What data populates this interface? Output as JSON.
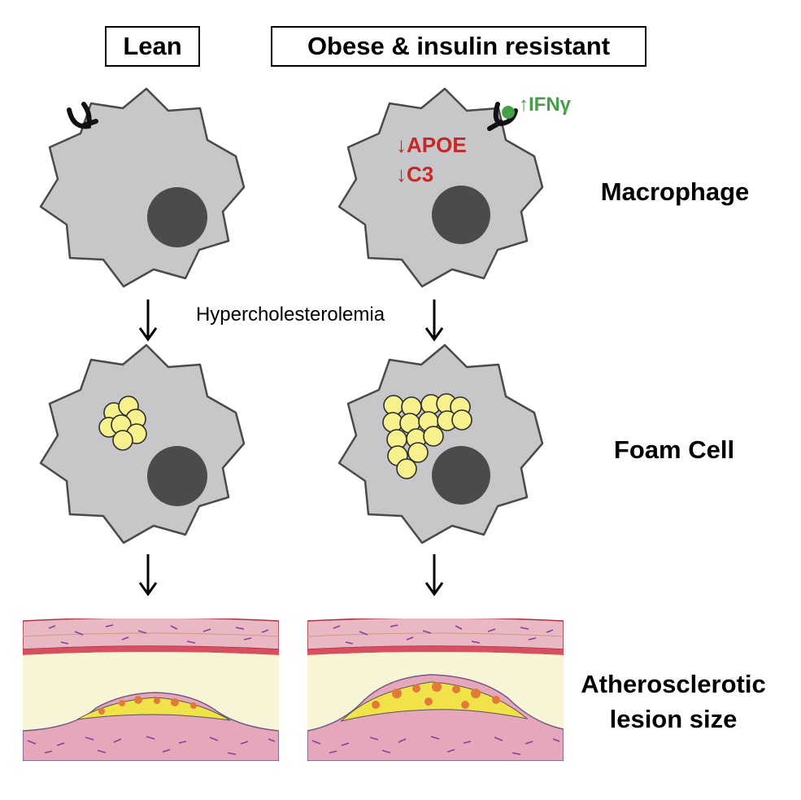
{
  "columns": {
    "lean": "Lean",
    "obese": "Obese & insulin resistant"
  },
  "rows": {
    "macrophage": "Macrophage",
    "foam_cell": "Foam Cell",
    "lesion_line1": "Atherosclerotic",
    "lesion_line2": "lesion size"
  },
  "annotations": {
    "hypercholesterolemia": "Hypercholesterolemia",
    "apoe": "↓APOE",
    "c3": "↓C3",
    "ifng": "↑IFNγ"
  },
  "colors": {
    "cell": "#c7c7c9",
    "nucleus": "#4b4b4d",
    "lipid": "#f6f18c",
    "downregulated": "#c62828",
    "upregulated": "#43a047",
    "vessel_wall": "#e9b8c2",
    "lumen": "#f8f5d7",
    "plaque": "#f2e24a"
  },
  "icons": [
    "receptor-icon",
    "ligand-icon",
    "lipid-droplet-icon",
    "down-arrow-icon"
  ]
}
